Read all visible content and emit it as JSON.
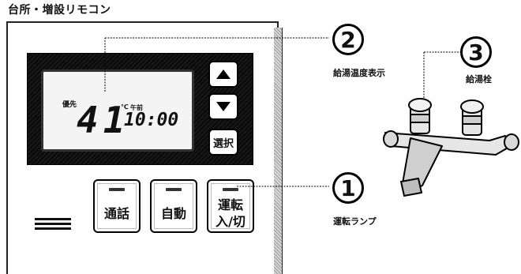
{
  "title": "台所・増設リモコン",
  "display": {
    "priority_label": "優先",
    "temperature": "41",
    "unit": "℃",
    "ampm": "午前",
    "time": "10:00"
  },
  "buttons": {
    "up_icon": "triangle-up-icon",
    "down_icon": "triangle-down-icon",
    "select_label": "選択",
    "call_label": "通話",
    "auto_label": "自動",
    "run_label_line1": "運転",
    "run_label_line2": "入/切"
  },
  "callouts": [
    {
      "number": "1",
      "label": "運転ランプ"
    },
    {
      "number": "2",
      "label": "給湯温度表示"
    },
    {
      "number": "3",
      "label": "給湯栓"
    }
  ]
}
